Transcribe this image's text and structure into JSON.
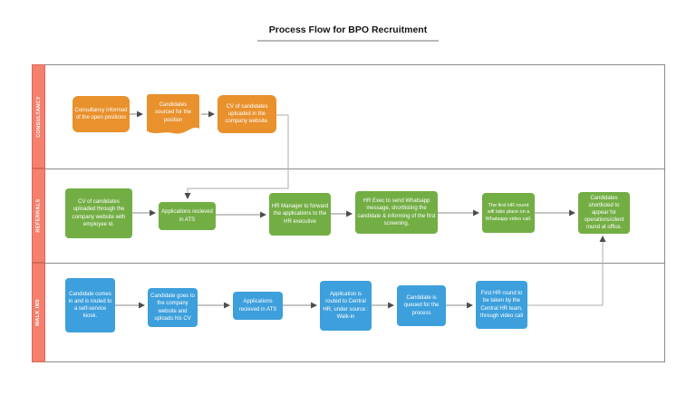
{
  "title": "Process Flow for BPO Recruitment",
  "colors": {
    "consultancy_node": "#e8912d",
    "referrals_node": "#73ae45",
    "walkins_node": "#3d9fdc",
    "lane_label_bg": "#f5806e",
    "lane_border": "#8c8c8c",
    "connector": "#8c8c8c"
  },
  "lanes": [
    {
      "label": "CONSULTANCY",
      "nodes": [
        {
          "label": "Consultancy informed of the open positions",
          "shape": "rounded-rect"
        },
        {
          "label": "Candidates sourced for the position",
          "shape": "document"
        },
        {
          "label": "CV of candidates uploaded in the company website.",
          "shape": "rounded-rect"
        }
      ]
    },
    {
      "label": "REFERRALS",
      "nodes": [
        {
          "label": "CV of candidates uploaded through the company website with employee id.",
          "shape": "rounded-rect"
        },
        {
          "label": "Applications recieved in ATS",
          "shape": "rounded-rect"
        },
        {
          "label": "HR Manager to forward the applications to the HR executive",
          "shape": "rounded-rect"
        },
        {
          "label": "HR Exec to send Whatsapp message, shortlisting the candidate & informing of the first screening.",
          "shape": "rounded-rect"
        },
        {
          "label": "The first HR round will take place on a Whatsapp video call.",
          "shape": "rounded-rect"
        },
        {
          "label": "Candidates shortlisted to appear for operations/client round at office.",
          "shape": "rounded-rect"
        }
      ]
    },
    {
      "label": "WALK INS",
      "nodes": [
        {
          "label": "Candidate comes in and is routed to a self-service kiosk.",
          "shape": "rounded-rect"
        },
        {
          "label": "Candidate goes to the company website and uploads his CV",
          "shape": "rounded-rect"
        },
        {
          "label": "Applications recieved in ATS",
          "shape": "rounded-rect"
        },
        {
          "label": "Application is routed to Central HR, under source : Walk-in",
          "shape": "rounded-rect"
        },
        {
          "label": "Candidate is queued for the process",
          "shape": "rounded-rect"
        },
        {
          "label": "First HR round to be taken by the Central HR team, through video call",
          "shape": "rounded-rect"
        }
      ]
    }
  ]
}
